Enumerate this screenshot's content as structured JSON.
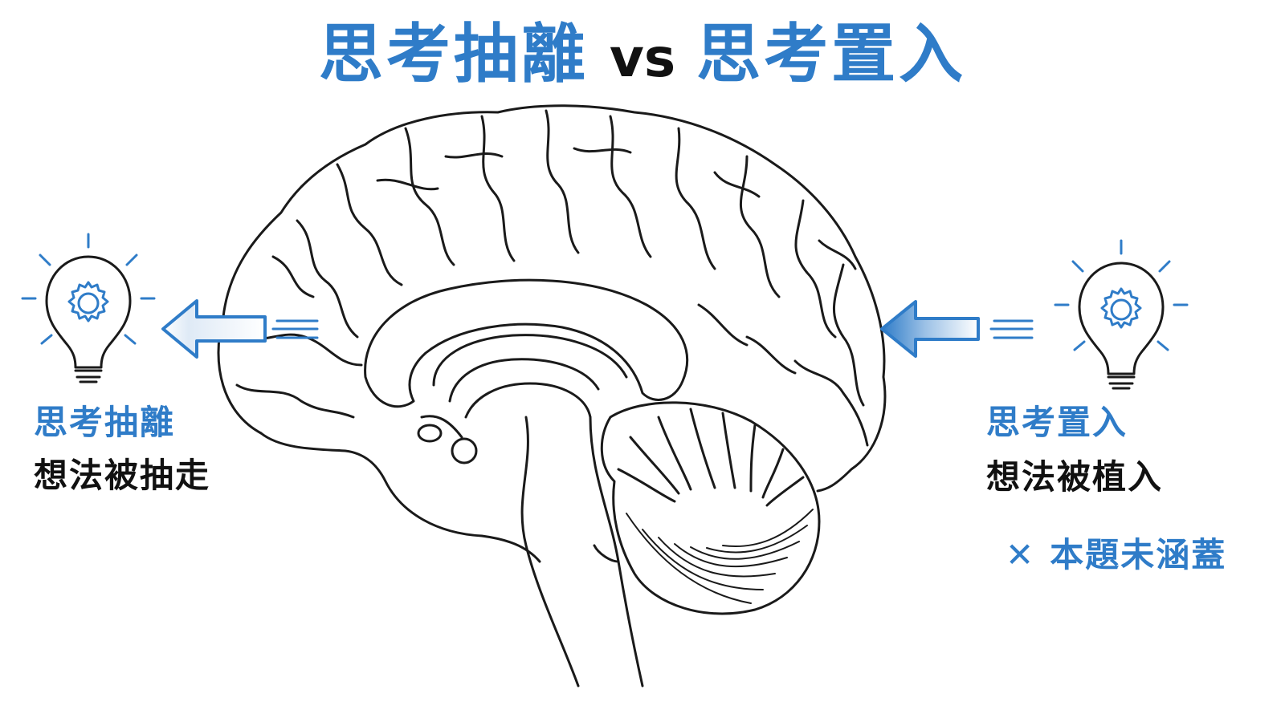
{
  "title": {
    "left": "思考抽離",
    "vs": "vs",
    "right": "思考置入"
  },
  "left_panel": {
    "heading": "思考抽離",
    "caption": "想法被抽走",
    "icon": "lightbulb-gear-icon",
    "arrow_direction": "left"
  },
  "right_panel": {
    "heading": "思考置入",
    "caption": "想法被植入",
    "note_mark": "✕",
    "note": "本題未涵蓋",
    "icon": "lightbulb-gear-icon",
    "arrow_direction": "left"
  },
  "colors": {
    "accent": "#2f7cc8",
    "ink": "#111111"
  }
}
